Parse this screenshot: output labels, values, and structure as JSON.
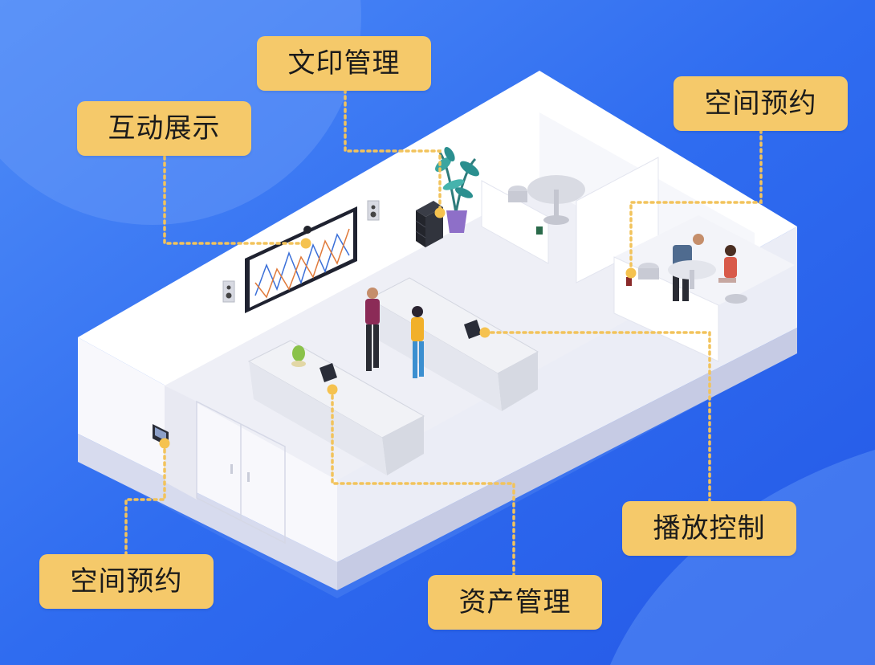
{
  "labels": {
    "interactive_display": "互动展示",
    "print_management": "文印管理",
    "space_booking_right": "空间预约",
    "space_booking_left": "空间预约",
    "playback_control": "播放控制",
    "asset_management": "资产管理"
  },
  "colors": {
    "background": "#2f6df0",
    "label_fill": "#f5c96a",
    "connector": "#f2c35c",
    "wall": "#ffffff",
    "floor": "#eeeff6"
  },
  "icons": [
    "camera-icon",
    "speaker-icon",
    "tablet-icon",
    "printer-icon",
    "plant-icon",
    "access-panel-icon"
  ]
}
